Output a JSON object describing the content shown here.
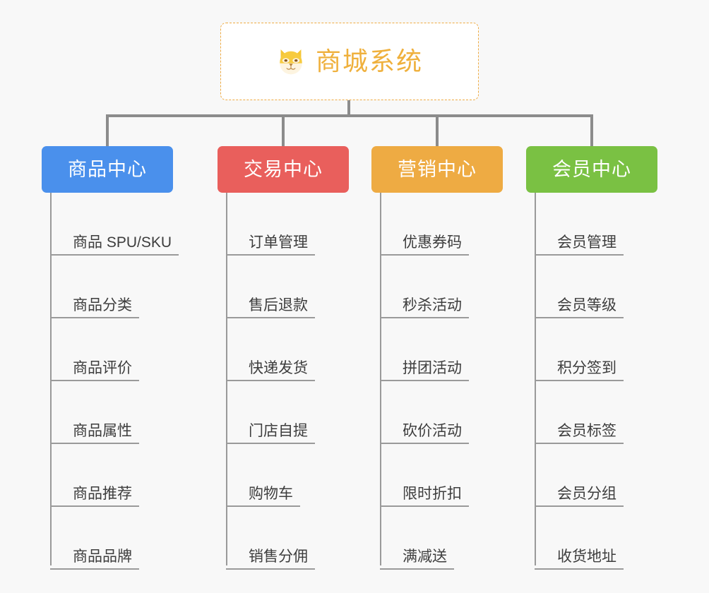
{
  "diagram": {
    "background_color": "#f8f8f8",
    "connector_color": "#8c8c8c",
    "leaf_line_color": "#9a9a9a",
    "root": {
      "title": "商城系统",
      "icon": "shiba-dog-face-icon",
      "border_color": "#eeab43",
      "text_color": "#efb03c",
      "background_color": "#ffffff"
    },
    "columns": [
      {
        "label": "商品中心",
        "color": "#4a90ec",
        "items": [
          "商品 SPU/SKU",
          "商品分类",
          "商品评价",
          "商品属性",
          "商品推荐",
          "商品品牌"
        ]
      },
      {
        "label": "交易中心",
        "color": "#e95f5c",
        "items": [
          "订单管理",
          "售后退款",
          "快递发货",
          "门店自提",
          "购物车",
          "销售分佣"
        ]
      },
      {
        "label": "营销中心",
        "color": "#eeab43",
        "items": [
          "优惠券码",
          "秒杀活动",
          "拼团活动",
          "砍价活动",
          "限时折扣",
          "满减送"
        ]
      },
      {
        "label": "会员中心",
        "color": "#7ac143",
        "items": [
          "会员管理",
          "会员等级",
          "积分签到",
          "会员标签",
          "会员分组",
          "收货地址"
        ]
      }
    ]
  }
}
